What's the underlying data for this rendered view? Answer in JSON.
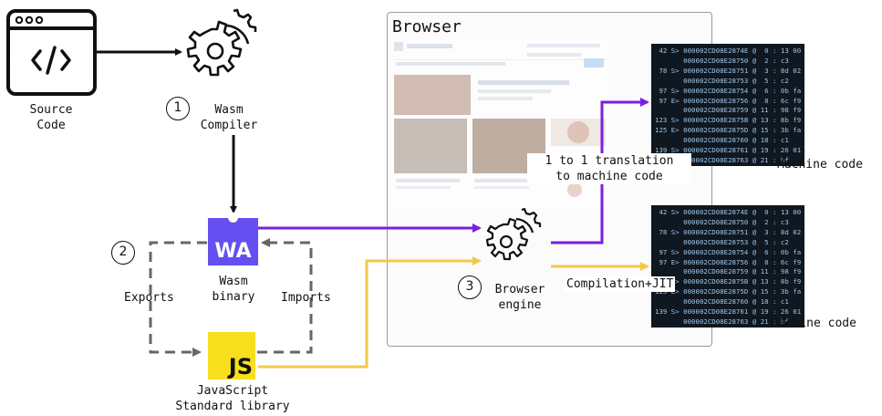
{
  "labels": {
    "source_code": [
      "Source",
      "Code"
    ],
    "wasm_compiler": [
      "Wasm",
      "Compiler"
    ],
    "wasm_binary": [
      "Wasm",
      "binary"
    ],
    "exports": "Exports",
    "imports": "Imports",
    "js_library": [
      "JavaScript",
      "Standard library"
    ],
    "browser": "Browser",
    "browser_engine": [
      "Browser",
      "engine"
    ],
    "translation": [
      "1 to 1 translation",
      "to machine code"
    ],
    "compilation": "Compilation+JIT",
    "machine_code_top": "Machine code",
    "machine_code_bottom": "Machine code"
  },
  "step_numbers": [
    "1",
    "2",
    "3"
  ],
  "logos": {
    "wasm": "WA",
    "js": "JS"
  },
  "colors": {
    "wasm_purple": "#654ff0",
    "js_yellow": "#f7df1e",
    "purple_arrow": "#7b1fe0",
    "yellow_arrow": "#f2c94c",
    "code_bg": "#0f1720"
  },
  "icons": [
    "code-window-icon",
    "gear-icon",
    "gear-icon"
  ],
  "machine_code_rows": [
    [
      "42 S>",
      "000002CD08E2874E @",
      " 0 : 13 00"
    ],
    [
      "",
      "000002CD08E28750 @",
      " 2 : c3"
    ],
    [
      "78 S>",
      "000002CD08E28751 @",
      " 3 : 8d 02"
    ],
    [
      "",
      "000002CD08E28753 @",
      " 5 : c2"
    ],
    [
      "97 S>",
      "000002CD08E28754 @",
      " 6 : 0b fa"
    ],
    [
      "97 E>",
      "000002CD08E28756 @",
      " 8 : 6c f9 00"
    ],
    [
      "",
      "000002CD08E28759 @",
      "11 : 98 f9"
    ],
    [
      "123 S>",
      "000002CD08E2875B @",
      "13 : 8b f9"
    ],
    [
      "125 E>",
      "000002CD08E2875D @",
      "15 : 3b fa 01"
    ],
    [
      "",
      "000002CD08E28760 @",
      "18 : c1"
    ],
    [
      "139 S>",
      "000002CD08E28761 @",
      "19 : 26 01"
    ],
    [
      "",
      "000002CD08E28763 @",
      "21 : bf"
    ]
  ]
}
